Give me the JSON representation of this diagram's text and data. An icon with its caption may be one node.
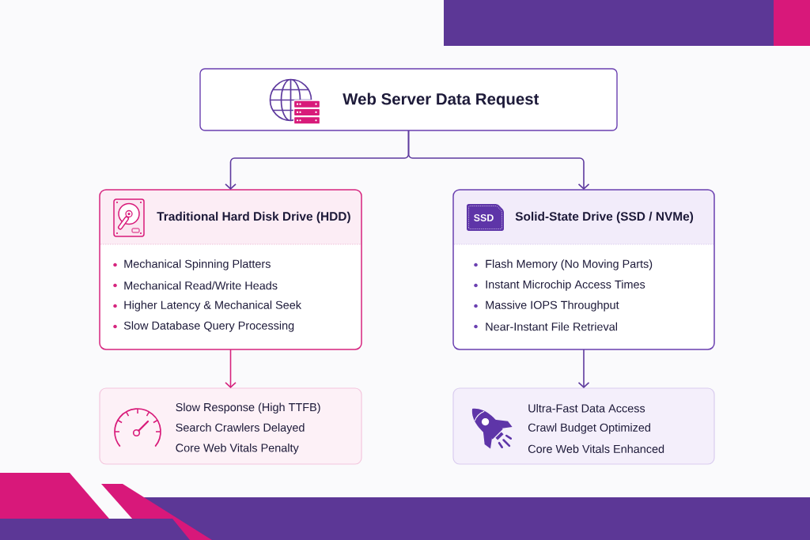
{
  "diagram": {
    "nodes": [
      {
        "text": [
          "Web Server Data Request"
        ]
      },
      {
        "text": [
          "Traditional Hard Disk Drive (HDD)",
          "Mechanical Spinning Platters",
          "Mechanical Read/Write Heads",
          "Higher Latency & Mechanical Seek",
          "Slow Database Query Processing"
        ]
      },
      {
        "text": [
          "Solid-State Drive (SSD / NVMe)",
          "Flash Memory (No Moving Parts)",
          "Instant Microchip Access Times",
          "Massive IOPS Throughput",
          "Near-Instant File Retrieval"
        ]
      },
      {
        "text": [
          "Slow Response (High TTFB)",
          "Search Crawlers Delayed",
          "Core Web Vitals Penalty"
        ]
      },
      {
        "text": [
          "Ultra-Fast Data Access",
          "Crawl Budget Optimized",
          "Core Web Vitals Enhanced"
        ]
      }
    ],
    "edges": [
      {
        "from": 0,
        "to": 1,
        "arrow": "to"
      },
      {
        "from": 0,
        "to": 2,
        "arrow": "to"
      },
      {
        "from": 1,
        "to": 3,
        "arrow": "to",
        "color": "#d6247e"
      },
      {
        "from": 2,
        "to": 4,
        "arrow": "to"
      }
    ],
    "labels": [
      "SSD"
    ]
  }
}
